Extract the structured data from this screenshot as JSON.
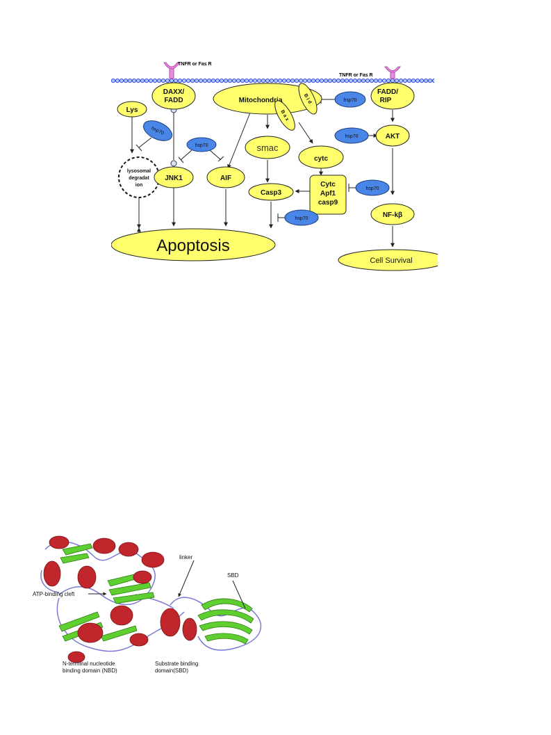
{
  "pathway": {
    "receptor_left": "TNFR or Fas R",
    "receptor_right": "TNFR or Fas R",
    "nodes": {
      "daxx": [
        "DAXX/",
        "FADD"
      ],
      "mitochondria": "Mitochondria",
      "fadd_rip": [
        "FADD/",
        "RIP"
      ],
      "lys": "Lys",
      "bid": "B i d",
      "bax": "B a x",
      "lysosomal": [
        "lysosomal",
        "degradat",
        "ion"
      ],
      "jnk1": "JNK1",
      "aif": "AIF",
      "smac": "smac",
      "cytc": "cytc",
      "akt": "AKT",
      "casp3": "Casp3",
      "apoptosome": [
        "Cytc",
        "Apf1",
        "casp9"
      ],
      "nfkb": "NF-kβ",
      "apoptosis": "Apoptosis",
      "cell_survival": "Cell Survival"
    },
    "hsp70": [
      "hsp70",
      "hsp70",
      "hsp70",
      "hsp70",
      "hsp70",
      "hsp70"
    ]
  },
  "protein": {
    "labels": {
      "linker": "linker",
      "sbd": "SBD",
      "atp_cleft": "ATP-binding cleft",
      "nbd": [
        "N-terminal nucleotide",
        "binding domain (NBD)"
      ],
      "sbd_full": [
        "Substrate binding",
        "domain(SBD)"
      ]
    },
    "colors": {
      "helix": "#c0262b",
      "sheet": "#5fcf2f",
      "loop": "#7b7ad6"
    }
  }
}
